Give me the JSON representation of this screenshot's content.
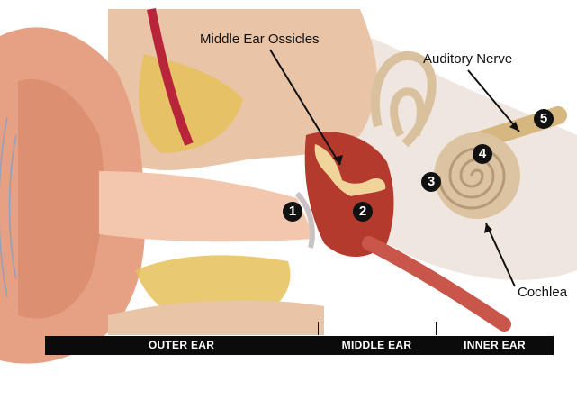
{
  "labels": {
    "ossicles": "Middle Ear Ossicles",
    "auditory_nerve": "Auditory Nerve",
    "cochlea": "Cochlea"
  },
  "markers": [
    "1",
    "2",
    "3",
    "4",
    "5"
  ],
  "regions": {
    "outer": "OUTER EAR",
    "middle": "MIDDLE EAR",
    "inner": "INNER EAR"
  },
  "colors": {
    "skin": "#e8a88a",
    "skin_dark": "#c97a62",
    "bone": "#e7c7a6",
    "middle_ear_red": "#b3362a",
    "canal_pink": "#f1c0a5",
    "cochlea_tan": "#d8c0a0",
    "nerve_tan": "#d2b17a",
    "scale_bar": "#0b0b0b"
  }
}
